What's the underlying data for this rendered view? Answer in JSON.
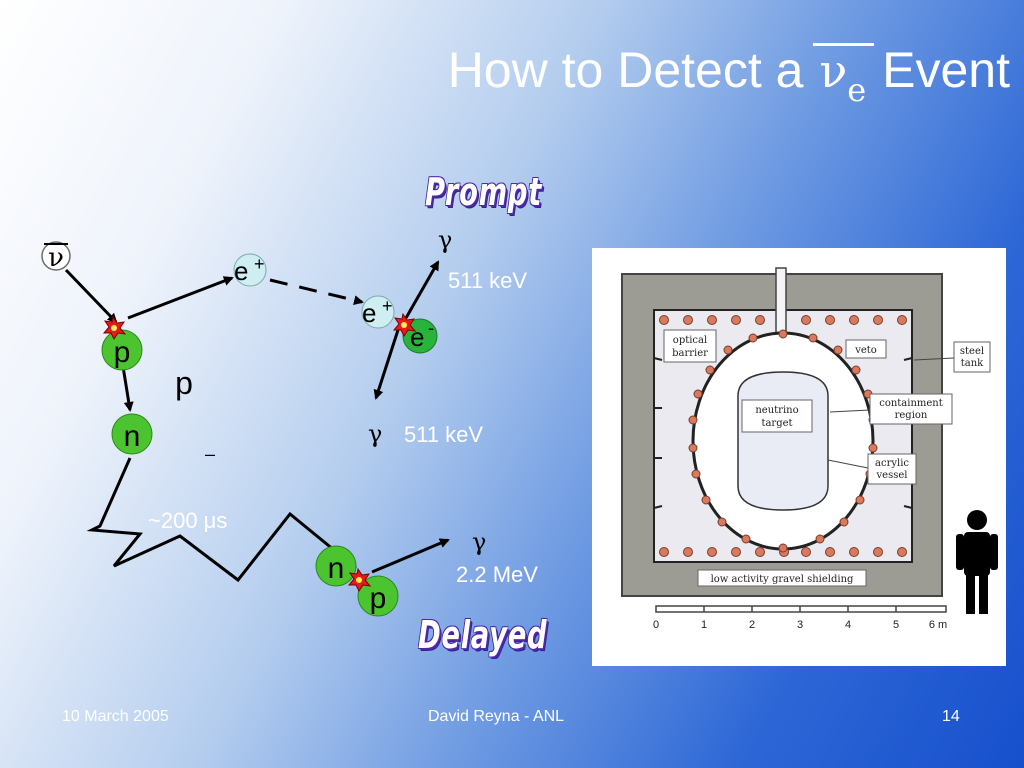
{
  "slide": {
    "title_prefix": "How to Detect a",
    "title_symbol": "ν",
    "title_subscript": "e",
    "title_suffix": "Event"
  },
  "labels": {
    "prompt": "Prompt",
    "delayed": "Delayed"
  },
  "particles": {
    "antineutrino": "ν",
    "positron1": "e",
    "positron1_sup": "+",
    "positron2": "e",
    "positron2_sup": "+",
    "electron": "e",
    "electron_sup": "-",
    "proton1": "p",
    "proton_label": "p",
    "neutron1": "n",
    "neutron2": "n",
    "proton2": "p",
    "dash": "–"
  },
  "annotations": {
    "gamma1": "γ",
    "gamma1_energy": "511 keV",
    "gamma2": "γ",
    "gamma2_energy": "511 keV",
    "gamma3": "γ",
    "gamma3_energy": "2.2 MeV",
    "capture_time": "~200 μs"
  },
  "detector": {
    "optical_barrier": [
      "optical",
      "barrier"
    ],
    "veto": "veto",
    "steel_tank": [
      "steel",
      "tank"
    ],
    "neutrino_target": [
      "neutrino",
      "target"
    ],
    "containment_region": [
      "containment",
      "region"
    ],
    "acrylic_vessel": [
      "acrylic",
      "vessel"
    ],
    "shielding": "low activity gravel shielding",
    "scale_ticks": [
      "0",
      "1",
      "2",
      "3",
      "4",
      "5",
      "6 m"
    ]
  },
  "footer": {
    "date": "10 March 2005",
    "author": "David Reyna - ANL",
    "page": "14"
  },
  "colors": {
    "proton_green": "#4cc42f",
    "positron_cyan": "#cfeef2",
    "electron_green": "#28b33a",
    "shielding_gray": "#9c9c94",
    "pmt_red": "#d97a5e"
  }
}
